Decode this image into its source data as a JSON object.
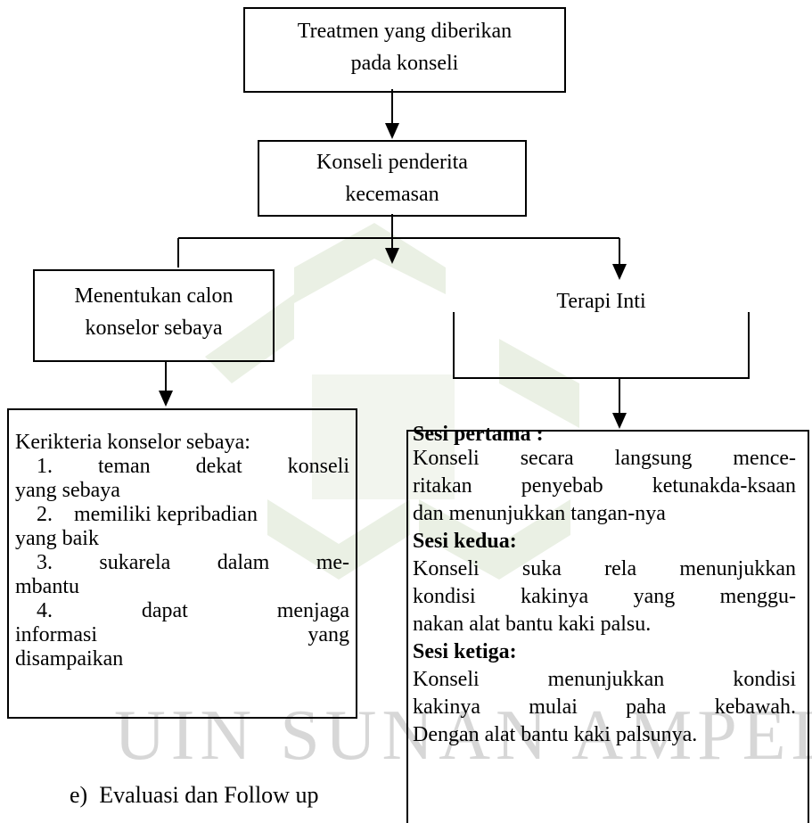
{
  "nodes": {
    "treatment": "Treatmen yang diberikan pada konseli",
    "treatment_line1": "Treatmen yang diberikan",
    "treatment_line2": "pada konseli",
    "anxiety_line1": "Konseli penderita",
    "anxiety_line2": "kecemasan",
    "peer_line1": "Menentukan calon",
    "peer_line2": "konselor sebaya",
    "core": "Terapi Inti"
  },
  "criteria": {
    "title": "Kerikteria konselor sebaya:",
    "item1_a": "1.",
    "item1_b": "teman",
    "item1_c": "dekat",
    "item1_d": "konseli",
    "item1_cont": "yang sebaya",
    "item2_a": "2.",
    "item2_b": "memiliki kepribadian",
    "item2_cont": "yang baik",
    "item3_a": "3.",
    "item3_b": "sukarela",
    "item3_c": "dalam",
    "item3_d": "me-",
    "item3_cont": "mbantu",
    "item4_a": "4.",
    "item4_b": "dapat",
    "item4_c": "menjaga",
    "item4_cont1a": "informasi",
    "item4_cont1b": "yang",
    "item4_cont2": "disampaikan"
  },
  "sessions": {
    "s1_title": "Sesi pertama :",
    "s1_l1": "Konseli secara langsung mence-",
    "s1_l2": "ritakan penyebab ketunakda-ksaan",
    "s1_l3": "dan menunjukkan tangan-nya",
    "s2_title": "Sesi kedua:",
    "s2_l1": "Konseli suka rela menunjukkan",
    "s2_l2": "kondisi kakinya yang menggu-",
    "s2_l3": "nakan alat bantu kaki palsu.",
    "s3_title": "Sesi ketiga:",
    "s3_l1": "Konseli menunjukkan kondisi",
    "s3_l2": "kakinya mulai paha kebawah.",
    "s3_l3": "Dengan alat bantu kaki palsunya."
  },
  "footer": {
    "section": "e)  Evaluasi dan Follow up"
  },
  "watermark": {
    "text": "UIN SUNAN AMPEL",
    "color": "#d7d7d7",
    "shape_color": "#e9efe3"
  }
}
